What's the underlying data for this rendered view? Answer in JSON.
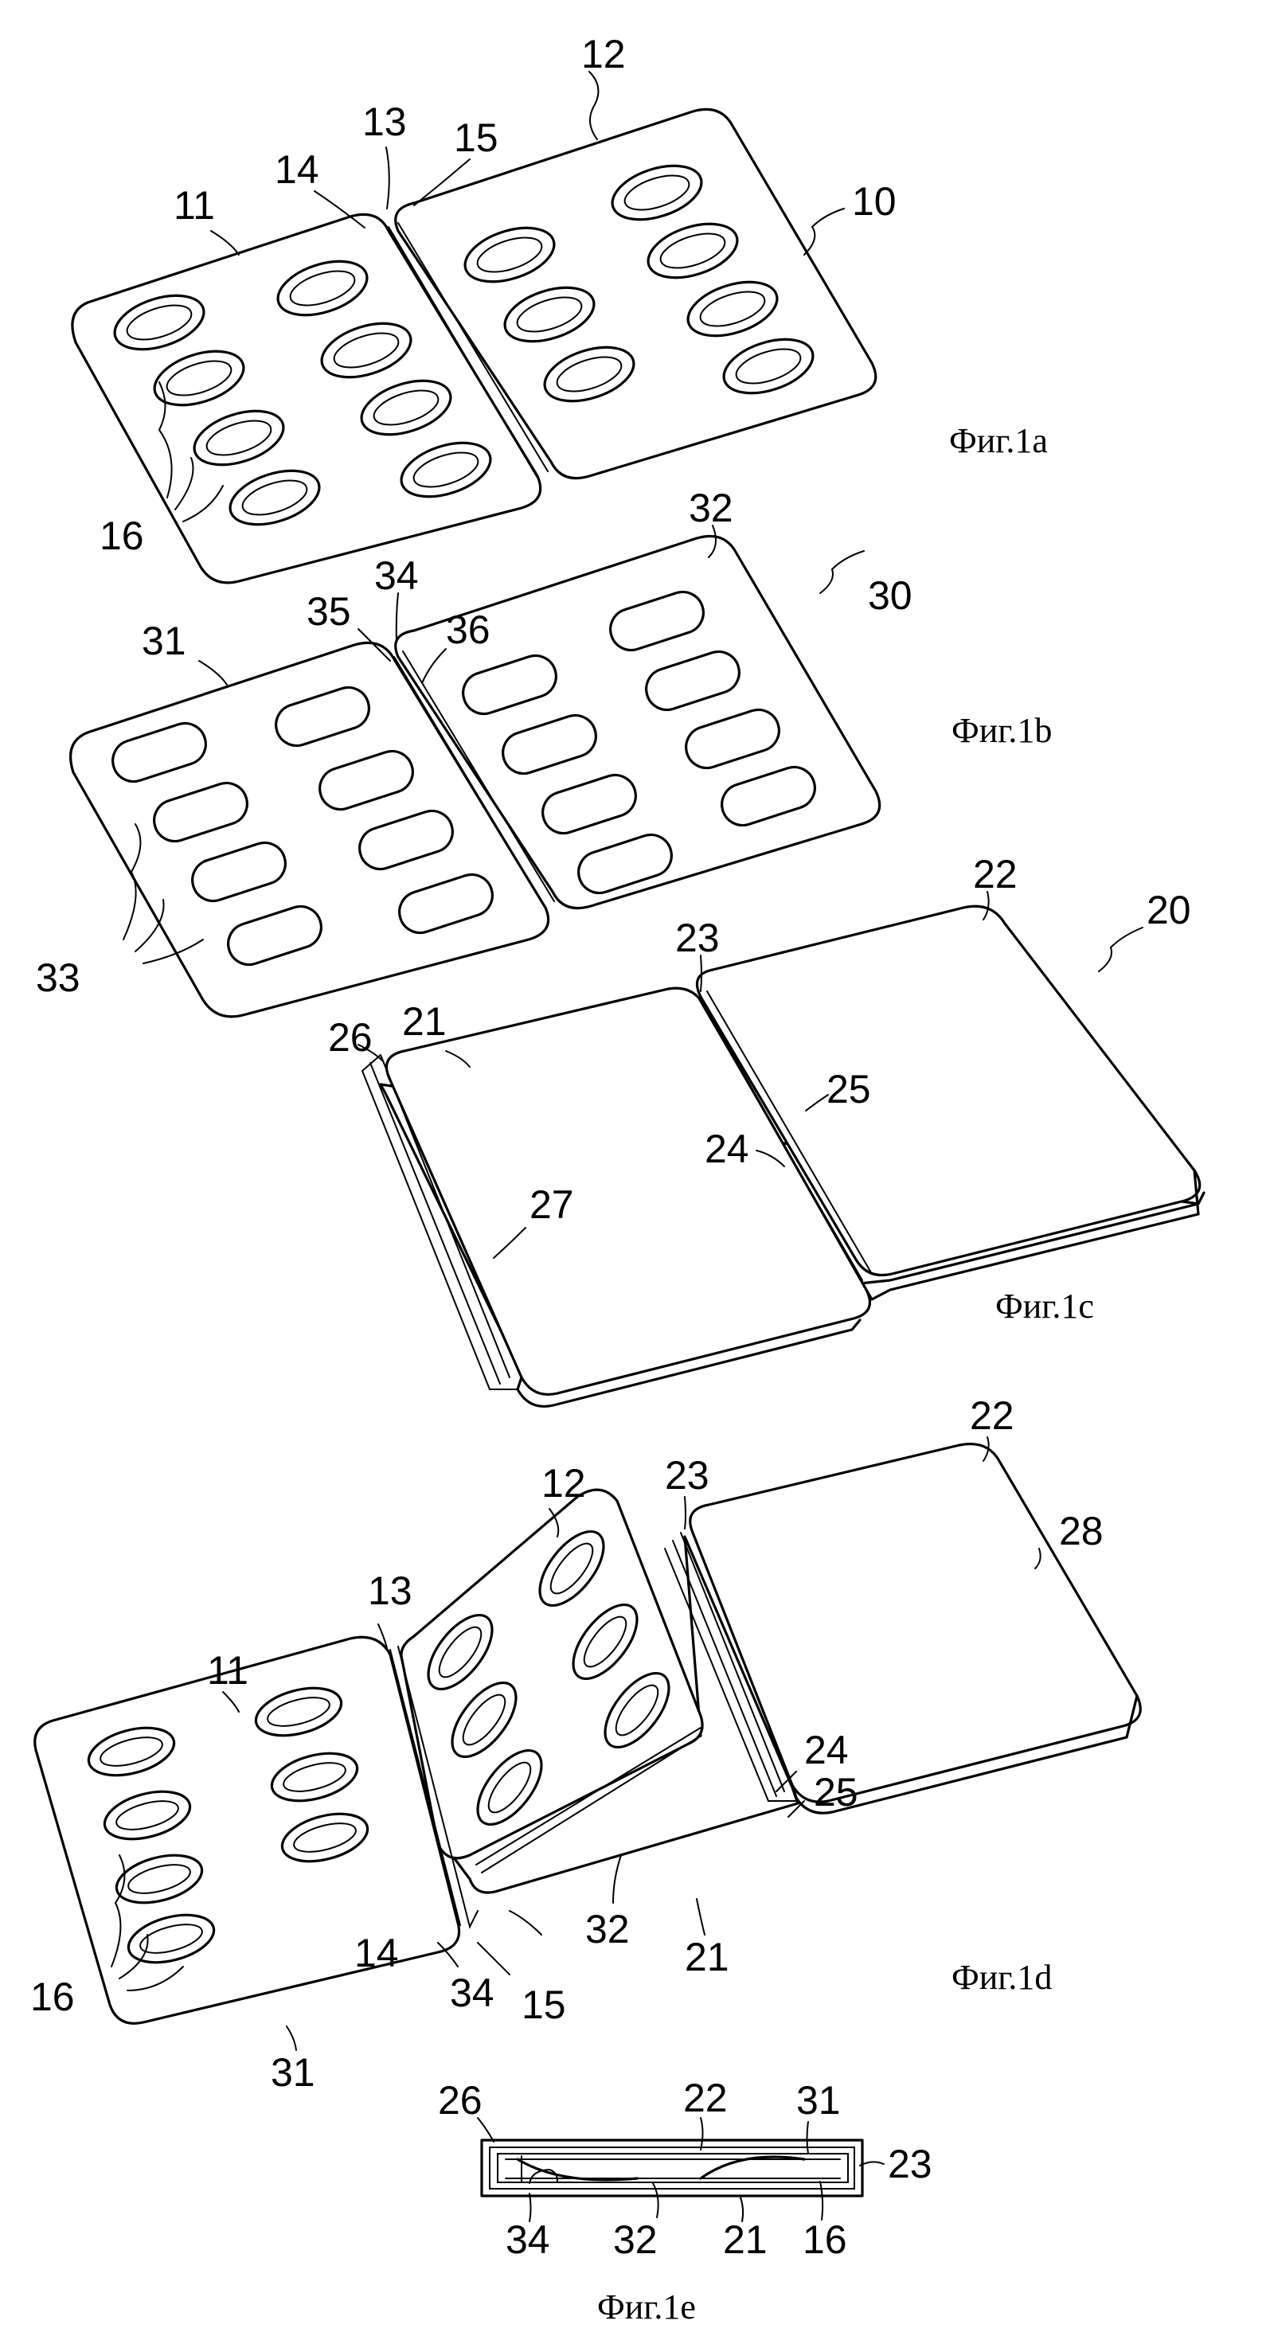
{
  "captions": {
    "fig_a": "Фиг.1a",
    "fig_b": "Фиг.1b",
    "fig_c": "Фиг.1c",
    "fig_d": "Фиг.1d",
    "fig_e": "Фиг.1e"
  },
  "labels_a": [
    "12",
    "13",
    "15",
    "14",
    "11",
    "10",
    "16"
  ],
  "labels_b": [
    "32",
    "34",
    "30",
    "35",
    "36",
    "31",
    "33"
  ],
  "labels_c": [
    "22",
    "20",
    "23",
    "21",
    "26",
    "25",
    "24",
    "27"
  ],
  "labels_d": [
    "22",
    "12",
    "28",
    "23",
    "13",
    "11",
    "24",
    "25",
    "16",
    "14",
    "32",
    "21",
    "34",
    "15",
    "31"
  ],
  "labels_e": [
    "26",
    "22",
    "31",
    "23",
    "34",
    "32",
    "21",
    "16"
  ]
}
